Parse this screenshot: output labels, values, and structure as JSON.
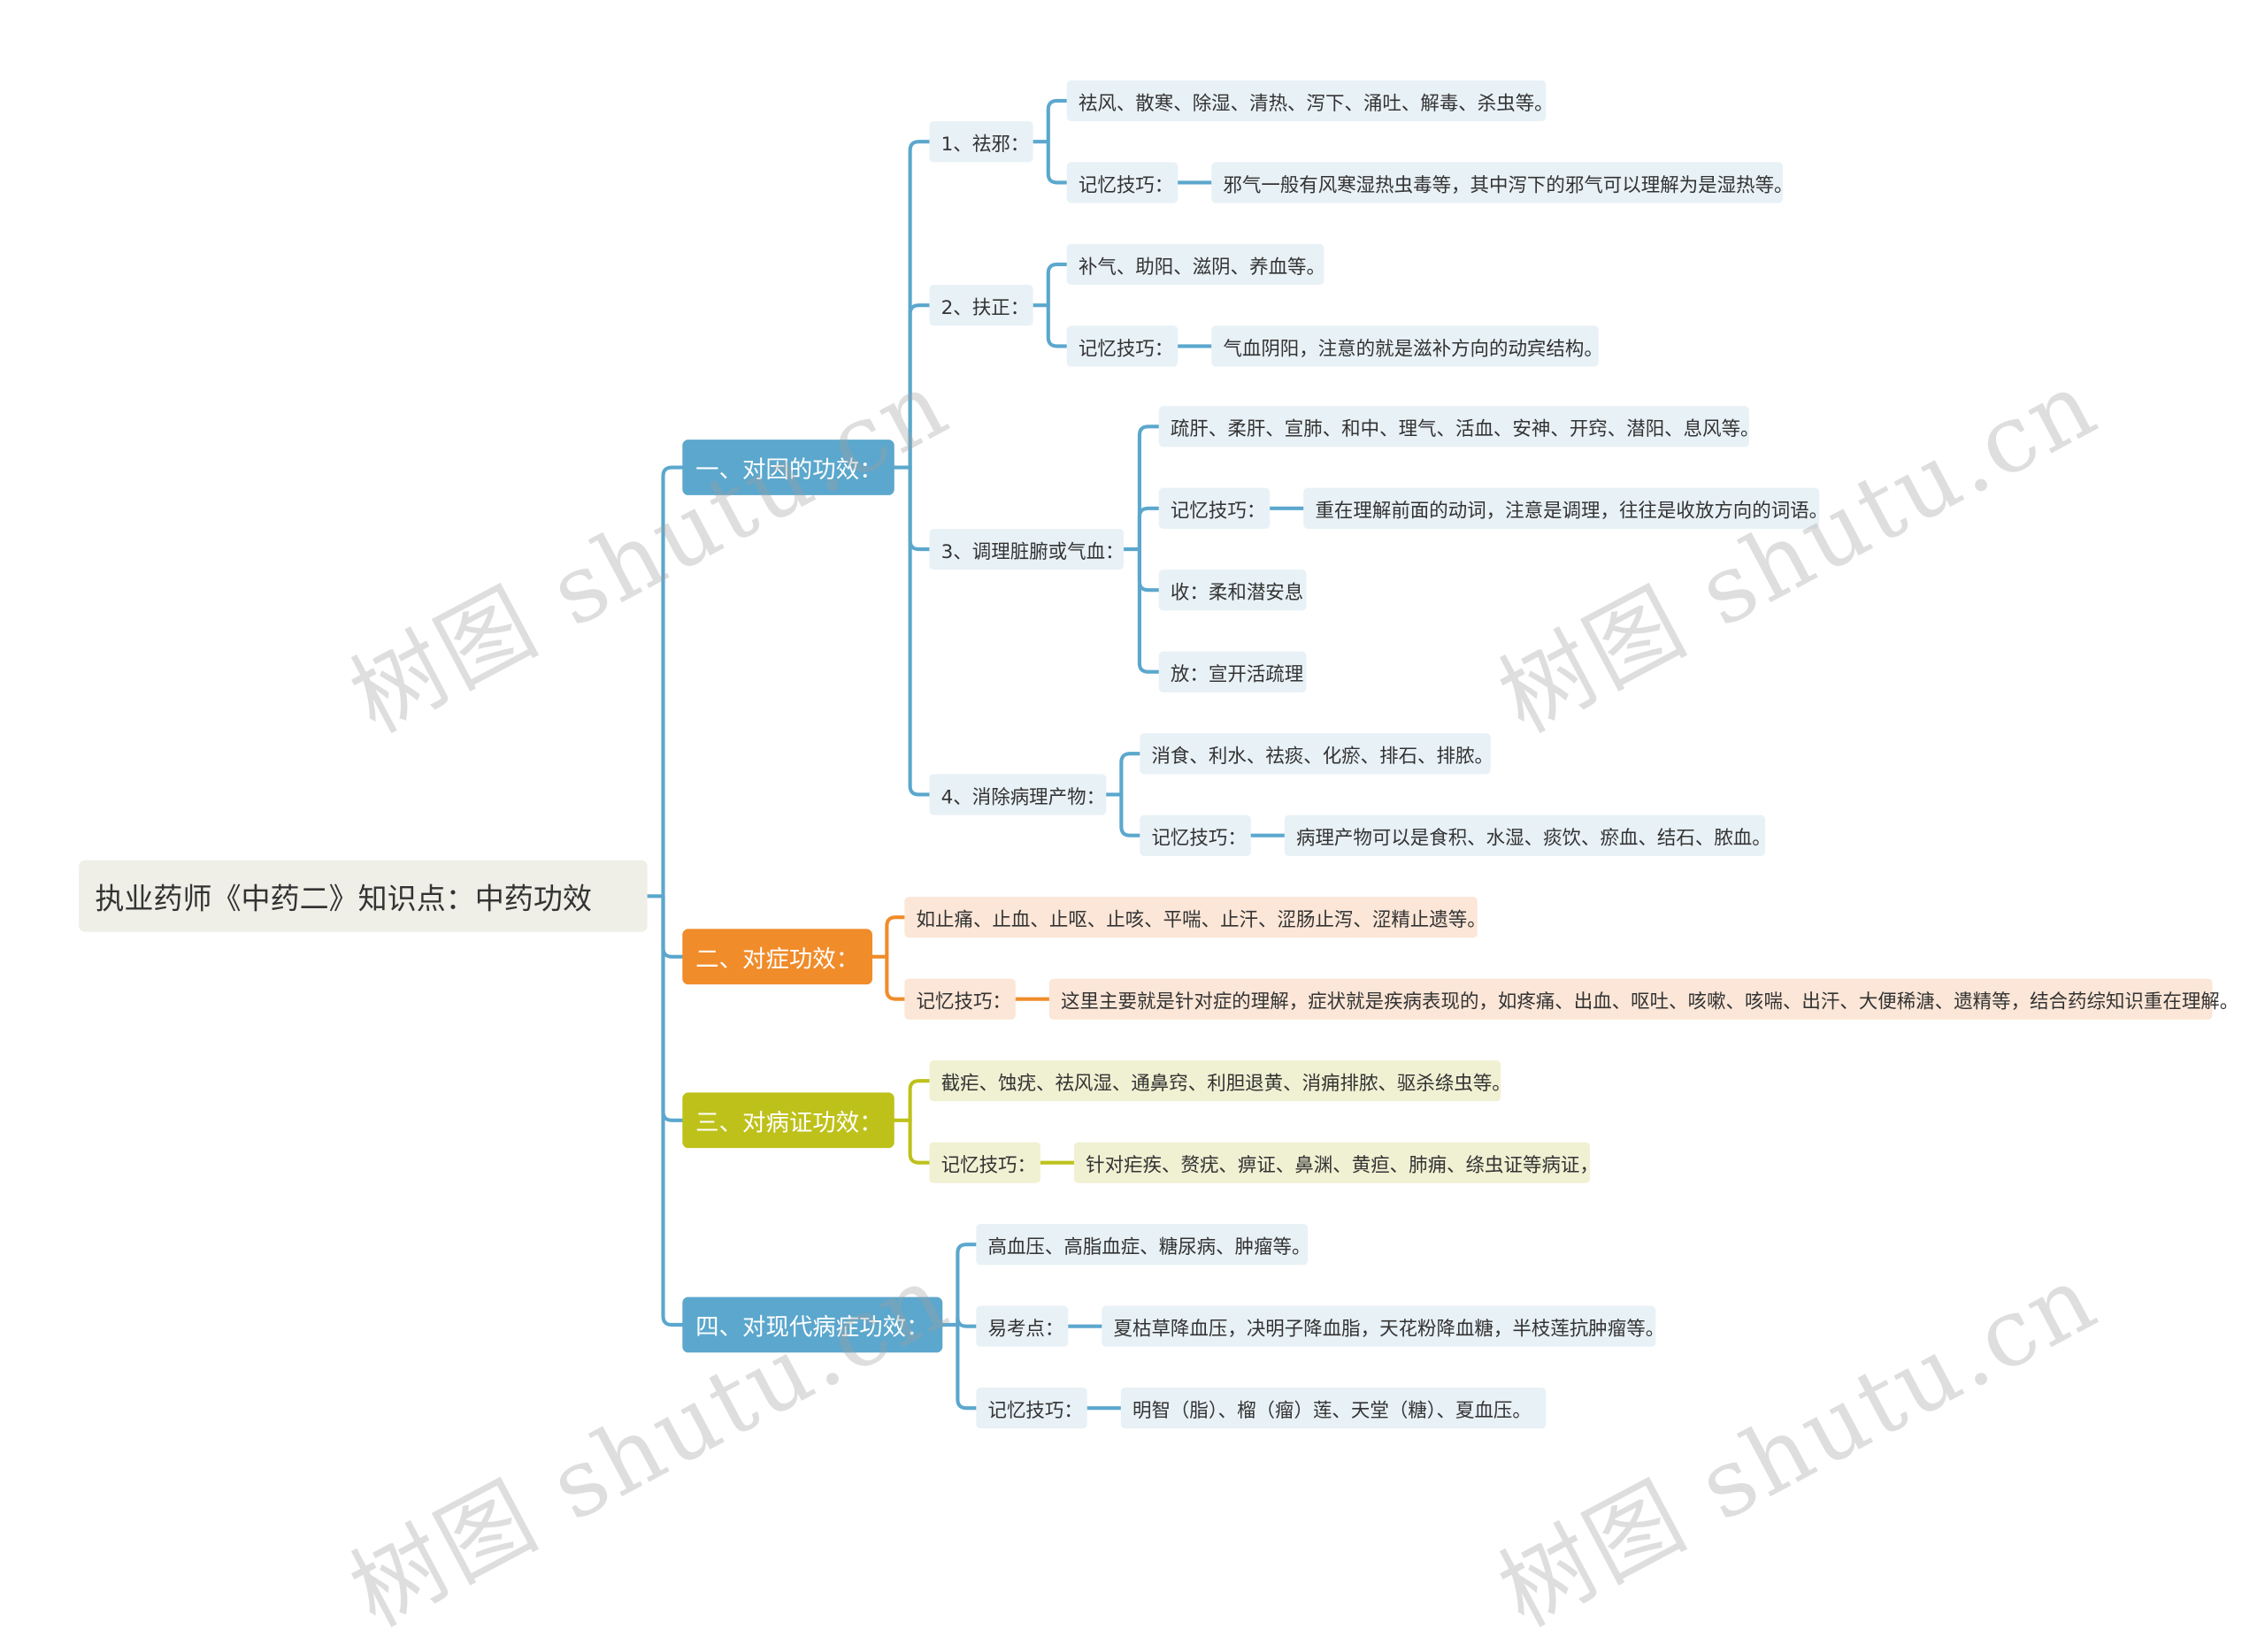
{
  "colors": {
    "root_bg": "#efefe8",
    "blue": "#5ba7cd",
    "orange": "#f08c2a",
    "olive": "#bec11a",
    "blue_light": "#e8f1f6",
    "orange_light": "#fbe6d7",
    "olive_light": "#f0f1d3"
  },
  "watermark": "树图 shutu.cn",
  "root": {
    "label": "执业药师《中药二》知识点：中药功效"
  },
  "branches": [
    {
      "id": "b1",
      "label": "一、对因的功效：",
      "color": "blue",
      "children": [
        {
          "id": "b1c1",
          "label": "1、祛邪：",
          "children": [
            {
              "id": "b1c1a",
              "label": "祛风、散寒、除湿、清热、泻下、涌吐、解毒、杀虫等。"
            },
            {
              "id": "b1c1b",
              "label": "记忆技巧：",
              "children": [
                {
                  "id": "b1c1b1",
                  "label": "邪气一般有风寒湿热虫毒等，其中泻下的邪气可以理解为是湿热等。"
                }
              ]
            }
          ]
        },
        {
          "id": "b1c2",
          "label": "2、扶正：",
          "children": [
            {
              "id": "b1c2a",
              "label": "补气、助阳、滋阴、养血等。"
            },
            {
              "id": "b1c2b",
              "label": "记忆技巧：",
              "children": [
                {
                  "id": "b1c2b1",
                  "label": "气血阴阳，注意的就是滋补方向的动宾结构。"
                }
              ]
            }
          ]
        },
        {
          "id": "b1c3",
          "label": "3、调理脏腑或气血：",
          "children": [
            {
              "id": "b1c3a",
              "label": "疏肝、柔肝、宣肺、和中、理气、活血、安神、开窍、潜阳、息风等。"
            },
            {
              "id": "b1c3b",
              "label": "记忆技巧：",
              "children": [
                {
                  "id": "b1c3b1",
                  "label": "重在理解前面的动词，注意是调理，往往是收放方向的词语。"
                }
              ]
            },
            {
              "id": "b1c3c",
              "label": "收：柔和潜安息"
            },
            {
              "id": "b1c3d",
              "label": "放：宣开活疏理"
            }
          ]
        },
        {
          "id": "b1c4",
          "label": "4、消除病理产物：",
          "children": [
            {
              "id": "b1c4a",
              "label": "消食、利水、祛痰、化瘀、排石、排脓。"
            },
            {
              "id": "b1c4b",
              "label": "记忆技巧：",
              "children": [
                {
                  "id": "b1c4b1",
                  "label": "病理产物可以是食积、水湿、痰饮、瘀血、结石、脓血。"
                }
              ]
            }
          ]
        }
      ]
    },
    {
      "id": "b2",
      "label": "二、对症功效：",
      "color": "orange",
      "children": [
        {
          "id": "b2c1",
          "label": "如止痛、止血、止呕、止咳、平喘、止汗、涩肠止泻、涩精止遗等。"
        },
        {
          "id": "b2c2",
          "label": "记忆技巧：",
          "children": [
            {
              "id": "b2c2a",
              "label": "这里主要就是针对症的理解，症状就是疾病表现的，如疼痛、出血、呕吐、咳嗽、咳喘、出汗、大便稀溏、遗精等，结合药综知识重在理解。"
            }
          ]
        }
      ]
    },
    {
      "id": "b3",
      "label": "三、对病证功效：",
      "color": "olive",
      "children": [
        {
          "id": "b3c1",
          "label": "截疟、蚀疣、祛风湿、通鼻窍、利胆退黄、消痈排脓、驱杀绦虫等。"
        },
        {
          "id": "b3c2",
          "label": "记忆技巧：",
          "children": [
            {
              "id": "b3c2a",
              "label": "针对疟疾、赘疣、痹证、鼻渊、黄疸、肺痈、绦虫证等病证，"
            }
          ]
        }
      ]
    },
    {
      "id": "b4",
      "label": "四、对现代病症功效：",
      "color": "blue",
      "children": [
        {
          "id": "b4c1",
          "label": "高血压、高脂血症、糖尿病、肿瘤等。"
        },
        {
          "id": "b4c2",
          "label": "易考点：",
          "children": [
            {
              "id": "b4c2a",
              "label": "夏枯草降血压，决明子降血脂，天花粉降血糖，半枝莲抗肿瘤等。"
            }
          ]
        },
        {
          "id": "b4c3",
          "label": "记忆技巧：",
          "children": [
            {
              "id": "b4c3a",
              "label": "明智（脂）、榴（瘤）莲、天堂（糖）、夏血压。"
            }
          ]
        }
      ]
    }
  ]
}
